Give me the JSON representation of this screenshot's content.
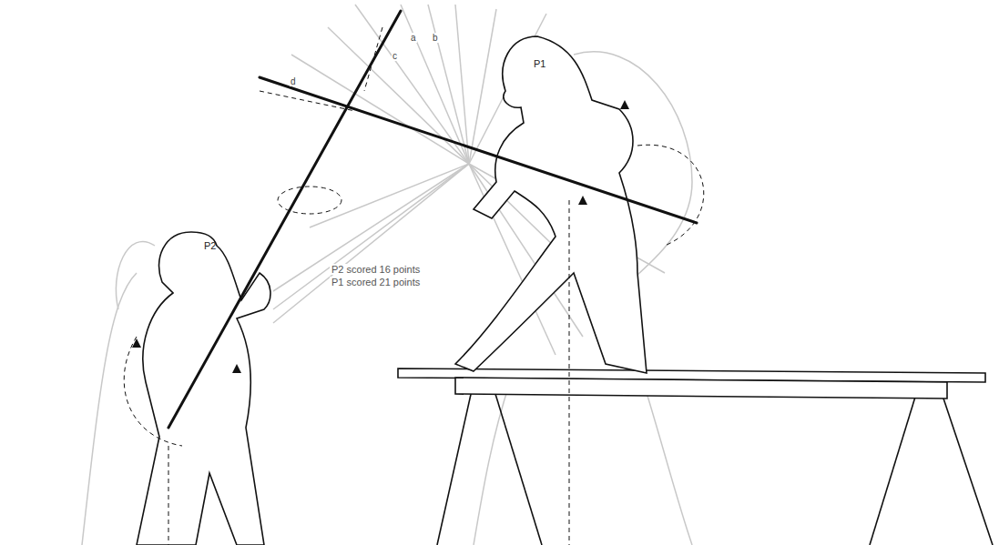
{
  "diagram": {
    "labels": [
      "P1",
      "P2",
      "P2 scored 16 points",
      "P1 scored 21 points",
      "a",
      "b",
      "c",
      "d"
    ]
  }
}
